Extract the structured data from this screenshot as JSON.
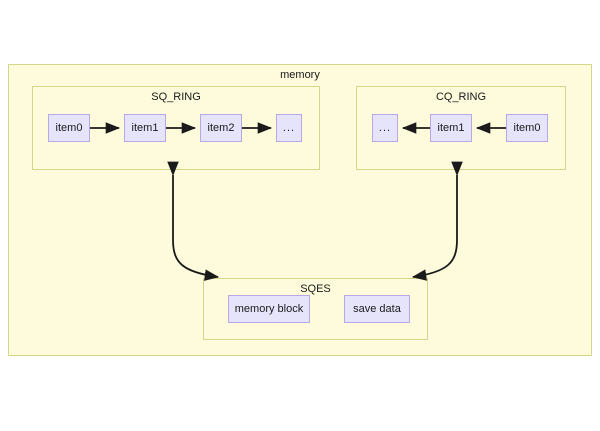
{
  "diagram": {
    "title": "io_uring memory layout diagram",
    "background_color": "#ffffff",
    "container_fill": "#fdfbdc",
    "container_stroke": "#d6d68a",
    "node_fill": "#e6e4fb",
    "node_stroke": "#b8a8e8",
    "arrow_color": "#1a1a1a"
  },
  "memory": {
    "label": "memory",
    "sq_ring": {
      "label": "SQ_RING",
      "items": [
        {
          "label": "item0"
        },
        {
          "label": "item1"
        },
        {
          "label": "item2"
        },
        {
          "label": "..."
        }
      ],
      "flow_direction": "left-to-right"
    },
    "cq_ring": {
      "label": "CQ_RING",
      "items": [
        {
          "label": "..."
        },
        {
          "label": "item1"
        },
        {
          "label": "item0"
        }
      ],
      "flow_direction": "right-to-left"
    },
    "sqes": {
      "label": "SQES",
      "items": [
        {
          "label": "memory block"
        },
        {
          "label": "save data"
        }
      ]
    },
    "connectors": [
      {
        "name": "sqes-to-sq-ring",
        "from": "SQES",
        "to": "SQ_RING",
        "style": "double-headed-curved"
      },
      {
        "name": "sqes-to-cq-ring",
        "from": "SQES",
        "to": "CQ_RING",
        "style": "double-headed-curved"
      }
    ]
  }
}
